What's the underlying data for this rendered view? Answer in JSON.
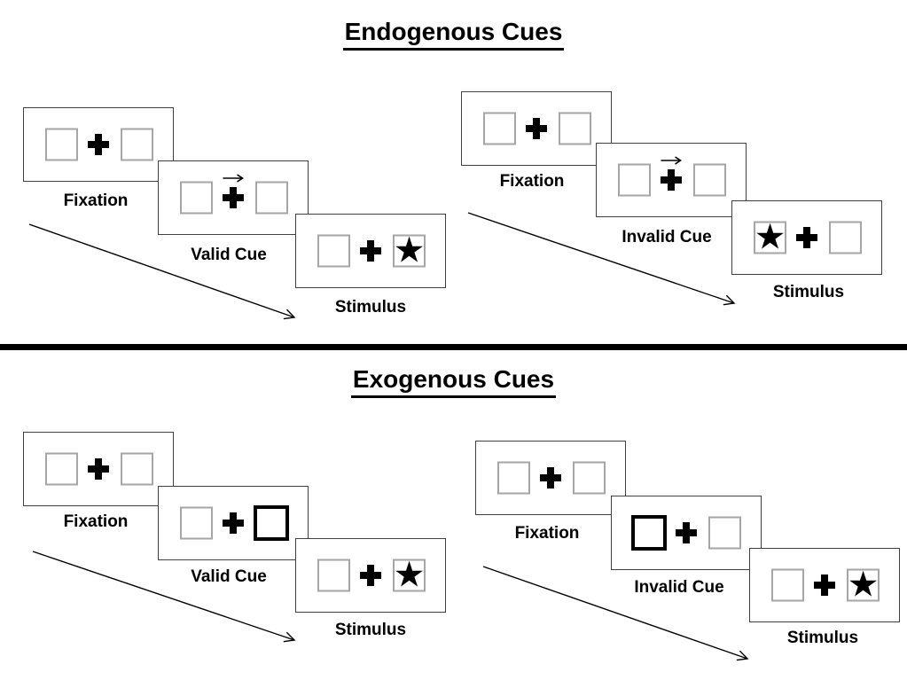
{
  "diagram": {
    "type": "posner-cueing-paradigm",
    "background": "#ffffff"
  },
  "glyphs": {
    "star": "★",
    "fixation_cross": "+",
    "cue_arrow": "→"
  },
  "colors": {
    "ink": "#000000",
    "card_border": "#404040",
    "box_border": "#a6a6a6",
    "cue_box_border": "#000000",
    "divider": "#000000"
  },
  "sections": [
    {
      "title": "Endogenous Cues",
      "panels": [
        {
          "name": "valid-trial",
          "cards": [
            {
              "label": "Fixation",
              "content": "two empty boxes, central cross"
            },
            {
              "label": "Valid Cue",
              "content": "right-pointing arrow above central cross"
            },
            {
              "label": "Stimulus",
              "content": "star in right box"
            }
          ]
        },
        {
          "name": "invalid-trial",
          "cards": [
            {
              "label": "Fixation",
              "content": "two empty boxes, central cross"
            },
            {
              "label": "Invalid Cue",
              "content": "right-pointing arrow above central cross"
            },
            {
              "label": "Stimulus",
              "content": "star in left box"
            }
          ]
        }
      ]
    },
    {
      "title": "Exogenous Cues",
      "panels": [
        {
          "name": "valid-trial",
          "cards": [
            {
              "label": "Fixation",
              "content": "two empty boxes, central cross"
            },
            {
              "label": "Valid Cue",
              "content": "bold outline on right box"
            },
            {
              "label": "Stimulus",
              "content": "star in right box"
            }
          ]
        },
        {
          "name": "invalid-trial",
          "cards": [
            {
              "label": "Fixation",
              "content": "two empty boxes, central cross"
            },
            {
              "label": "Invalid Cue",
              "content": "bold outline on left box"
            },
            {
              "label": "Stimulus",
              "content": "star in right box"
            }
          ]
        }
      ]
    }
  ]
}
